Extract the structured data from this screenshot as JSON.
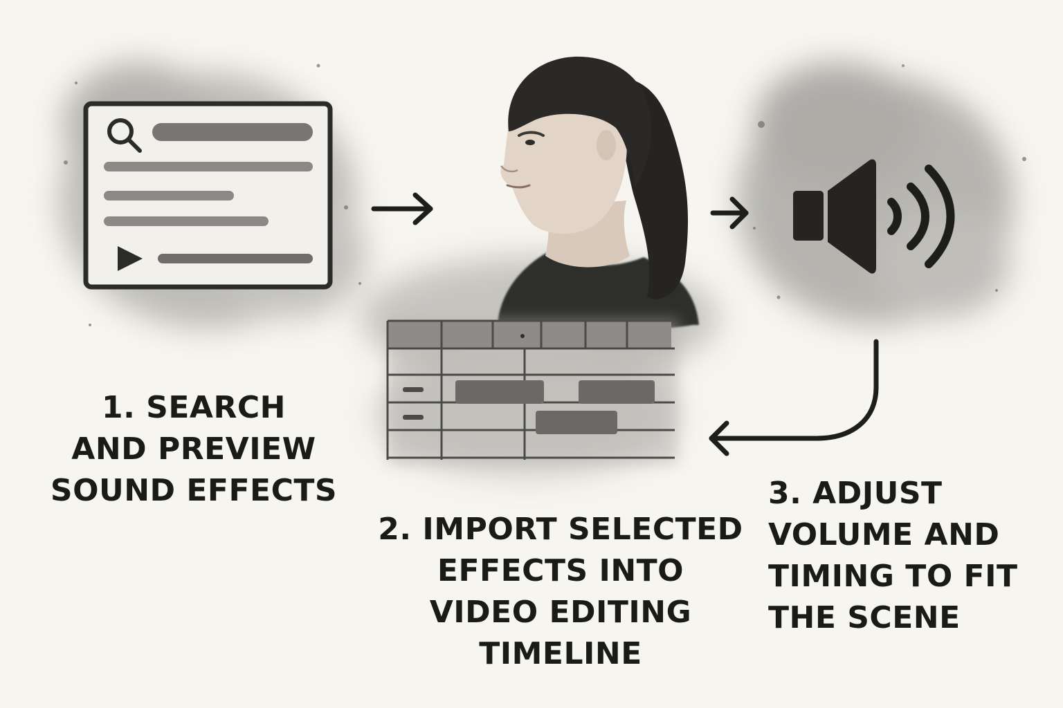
{
  "steps": [
    {
      "number": "1.",
      "lines": [
        "1. SEARCH",
        "AND PREVIEW",
        "SOUND EFFECTS"
      ],
      "icon": "search-browser-window"
    },
    {
      "number": "2.",
      "lines": [
        "2. IMPORT SELECTED",
        "EFFECTS INTO",
        "VIDEO EDITING",
        "TIMELINE"
      ],
      "icon": "person-and-timeline"
    },
    {
      "number": "3.",
      "lines": [
        "3. ADJUST",
        "VOLUME AND",
        "TIMING TO FIT",
        "THE SCENE"
      ],
      "icon": "speaker-volume-icon"
    }
  ],
  "colors": {
    "background": "#f7f5ef",
    "ink": "#1d1d1b",
    "wash": "#8d8c88"
  }
}
